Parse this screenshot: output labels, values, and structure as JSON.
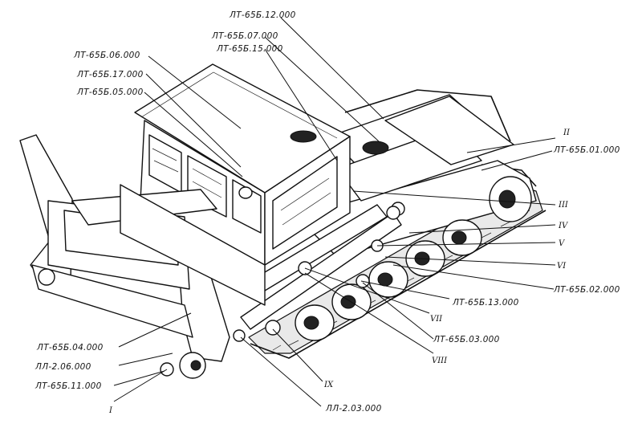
{
  "labels": {
    "lt656_12": "ЛТ-65Б.12.000",
    "lt656_07": "ЛТ-65Б.07.000",
    "lt656_15": "ЛТ-65Б.15.000",
    "lt656_06": "ЛТ-65Б.06.000",
    "lt656_17": "ЛТ-65Б.17.000",
    "lt656_05": "ЛТ-65Б.05.000",
    "roman_II": "II",
    "lt656_01": "ЛТ-65Б.01.000",
    "roman_III": "III",
    "roman_IV": "IV",
    "roman_V": "V",
    "roman_VI": "VI",
    "lt656_02": "ЛТ-65Б.02.000",
    "lt656_13": "ЛТ-65Б.13.000",
    "roman_VII": "VII",
    "lt656_03": "ЛТ-65Б.03.000",
    "roman_VIII": "VIII",
    "lt656_04": "ЛТ-65Б.04.000",
    "ll_2_06": "ЛЛ-2.06.000",
    "lt656_11": "ЛТ-65Б.11.000",
    "roman_I": "I",
    "roman_IX": "IX",
    "ll_2_03": "ЛЛ-2.03.000"
  }
}
